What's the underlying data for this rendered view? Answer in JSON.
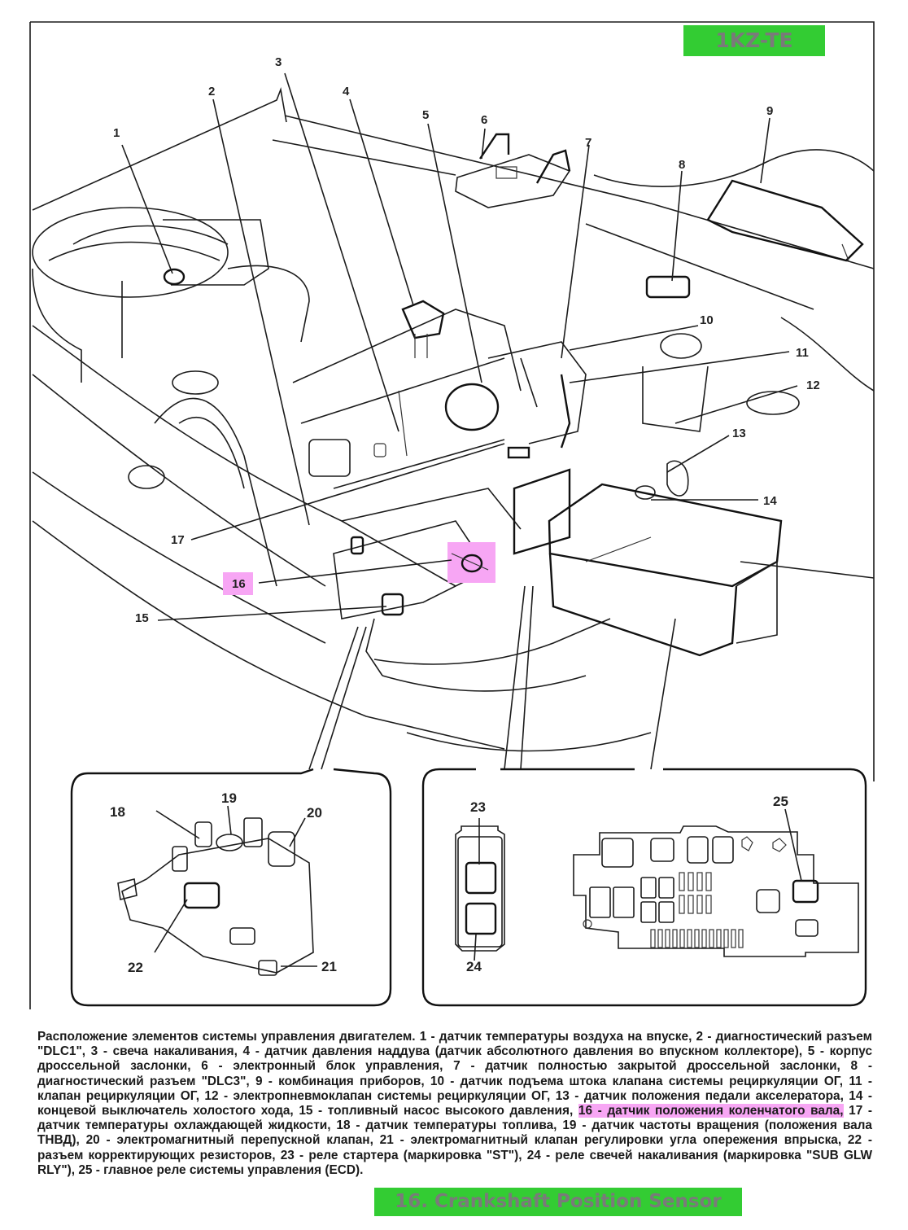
{
  "engine_badge": "1KZ-TE",
  "sensor_badge": "16. Crankshaft Position Sensor",
  "colors": {
    "badge_green": "#33cc33",
    "badge_text": "#7a7a7a",
    "highlight_pink": "#f7a6f4"
  },
  "callouts": {
    "c1": "1",
    "c2": "2",
    "c3": "3",
    "c4": "4",
    "c5": "5",
    "c6": "6",
    "c7": "7",
    "c8": "8",
    "c9": "9",
    "c10": "10",
    "c11": "11",
    "c12": "12",
    "c13": "13",
    "c14": "14",
    "c15": "15",
    "c16": "16",
    "c17": "17",
    "c18": "18",
    "c19": "19",
    "c20": "20",
    "c21": "21",
    "c22": "22",
    "c23": "23",
    "c24": "24",
    "c25": "25"
  },
  "highlighted_callout": "16",
  "caption": {
    "before": "Расположение элементов системы управления двигателем. 1 - датчик температуры воздуха на впуске, 2 - диагностический разъем \"DLC1\", 3 - свеча накаливания, 4 - датчик давления наддува (датчик абсолютного давления во впускном коллекторе), 5 - корпус дроссельной заслонки, 6 - электронный блок управления, 7 - датчик полностью закрытой дроссельной заслонки, 8 - диагностический разъем \"DLC3\", 9 - комбинация приборов, 10 - датчик подъема штока клапана системы рециркуляции ОГ, 11 - клапан рециркуляции ОГ, 12 - электропневмоклапан системы рециркуляции ОГ, 13 - датчик положения педали акселератора, 14 - концевой выключатель холостого хода, 15 - топливный насос высокого давления, ",
    "highlight": "16 - датчик положения коленчатого вала,",
    "after": " 17 - датчик температуры охлаждающей жидкости, 18 - датчик температуры топлива, 19 - датчик частоты вращения (положения вала ТНВД), 20 - электромагнитный перепускной клапан, 21 - электромагнитный клапан регулировки угла опережения впрыска, 22 - разъем корректирующих резисторов, 23 - реле стартера (маркировка \"ST\"), 24 - реле свечей накаливания (маркировка \"SUB GLW RLY\"), 25 - главное реле системы управления (ECD)."
  }
}
